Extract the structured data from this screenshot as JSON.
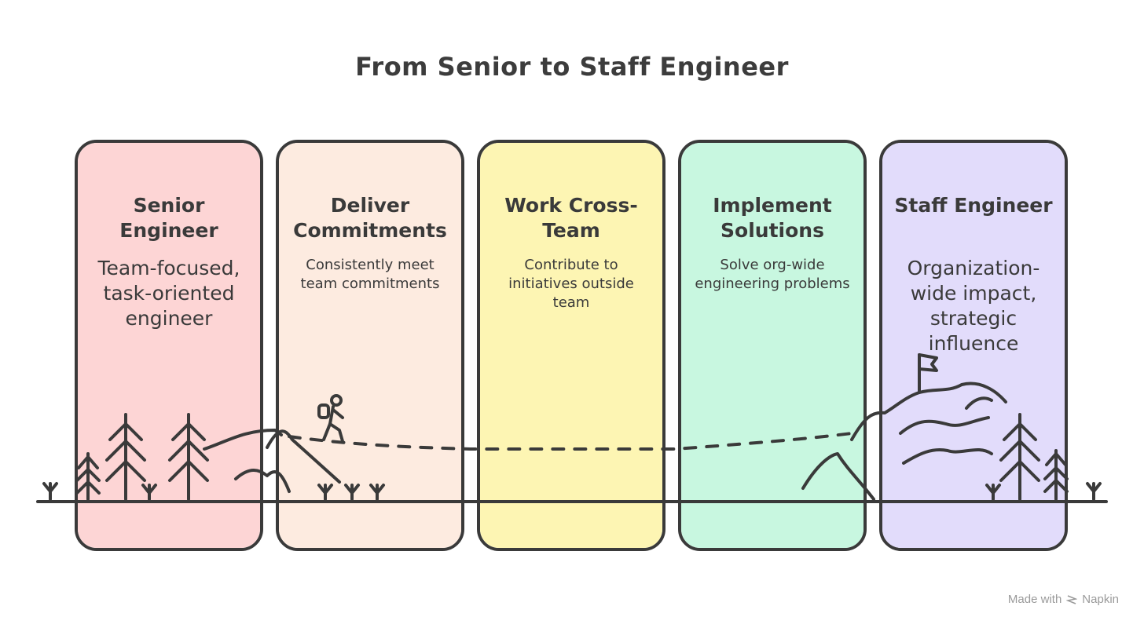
{
  "title": "From Senior to Staff Engineer",
  "stages": [
    {
      "title": "Senior Engineer",
      "description": "Team-focused, task-oriented engineer",
      "color": "#fdd5d5"
    },
    {
      "title": "Deliver Commitments",
      "description": "Consistently meet team commitments",
      "color": "#fdebe0"
    },
    {
      "title": "Work Cross-Team",
      "description": "Contribute to initiatives outside team",
      "color": "#fdf5b3"
    },
    {
      "title": "Implement Solutions",
      "description": "Solve org-wide engineering problems",
      "color": "#c8f7e0"
    },
    {
      "title": "Staff Engineer",
      "description": "Organization-wide impact, strategic influence",
      "color": "#e2dcfb"
    }
  ],
  "icons": [
    "pine-tree-icon",
    "hiker-icon",
    "mountain-icon",
    "flag-icon",
    "napkin-logo-icon"
  ],
  "footer": {
    "made_with": "Made with",
    "brand": "Napkin"
  }
}
